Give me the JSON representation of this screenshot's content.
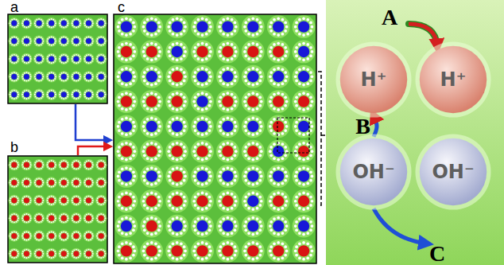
{
  "diagram": {
    "nodes": [
      {
        "text": [
          "H⁺"
        ]
      },
      {
        "text": [
          "H⁺"
        ]
      },
      {
        "text": [
          "OH⁻"
        ]
      },
      {
        "text": [
          "OH⁻"
        ]
      }
    ],
    "edges": [
      {
        "from": 2,
        "to": 0,
        "arrow": "to",
        "label": "B"
      }
    ],
    "labels": [
      "a",
      "b",
      "c",
      "A",
      "C"
    ]
  }
}
